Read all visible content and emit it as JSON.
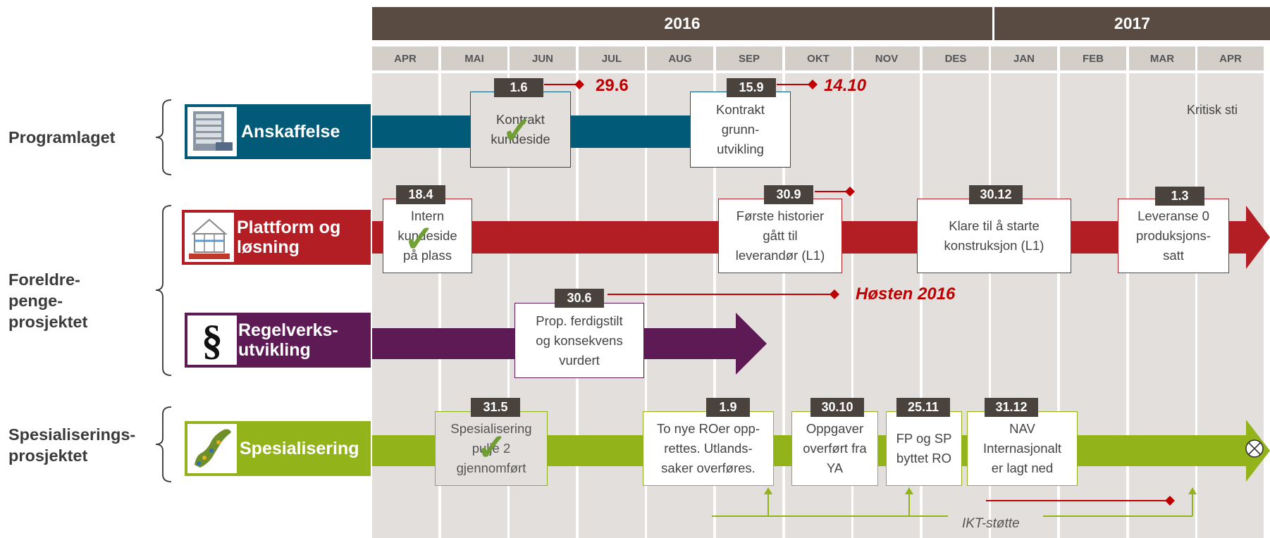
{
  "years": [
    {
      "label": "2016"
    },
    {
      "label": "2017"
    }
  ],
  "months": [
    "APR",
    "MAI",
    "JUN",
    "JUL",
    "AUG",
    "SEP",
    "OKT",
    "NOV",
    "DES",
    "JAN",
    "FEB",
    "MAR",
    "APR"
  ],
  "groups": {
    "programlaget": "Programlaget",
    "foreldrepenge": [
      "Foreldre-",
      "penge-",
      "prosjektet"
    ],
    "spesialisering": [
      "Spesialiserings-",
      "prosjektet"
    ]
  },
  "tracks": {
    "anskaffelse": {
      "label": "Anskaffelse",
      "color": "#005a78"
    },
    "plattform": {
      "label_line1": "Plattform og",
      "label_line2": "løsning",
      "color": "#b21e24"
    },
    "regelverk": {
      "label_line1": "Regelverks-",
      "label_line2": "utvikling",
      "color": "#5d1a55",
      "icon_text": "§"
    },
    "spesialisering": {
      "label": "Spesialisering",
      "color": "#93b31a"
    }
  },
  "milestones": {
    "m1": {
      "date": "1.6",
      "deadline": "29.6",
      "lines": [
        "Kontrakt",
        "kundeside"
      ],
      "done": true
    },
    "m2": {
      "date": "15.9",
      "deadline": "14.10",
      "lines": [
        "Kontrakt",
        "grunn-",
        "utvikling"
      ]
    },
    "m3": {
      "date": "18.4",
      "lines": [
        "Intern",
        "kundeside",
        "på plass"
      ],
      "done": true
    },
    "m4": {
      "date": "30.9",
      "lines": [
        "Første historier",
        "gått til",
        "leverandør (L1)"
      ]
    },
    "m5": {
      "date": "30.12",
      "lines": [
        "Klare til å starte",
        "konstruksjon (L1)"
      ]
    },
    "m6": {
      "date": "1.3",
      "lines": [
        "Leveranse 0",
        "produksjons-",
        "satt"
      ]
    },
    "m7": {
      "date": "30.6",
      "deadline": "Høsten 2016",
      "lines": [
        "Prop. ferdigstilt",
        "og konsekvens",
        "vurdert"
      ]
    },
    "m8": {
      "date": "31.5",
      "lines": [
        "Spesialisering",
        "pulje 2",
        "gjennomført"
      ],
      "done": true
    },
    "m9": {
      "date": "1.9",
      "lines": [
        "To nye ROer opp-",
        "rettes. Utlands-",
        "saker overføres."
      ]
    },
    "m10": {
      "date": "30.10",
      "lines": [
        "Oppgaver",
        "overført fra",
        "YA"
      ]
    },
    "m11": {
      "date": "25.11",
      "lines": [
        "FP og SP",
        "byttet RO"
      ]
    },
    "m12": {
      "date": "31.12",
      "lines": [
        "NAV",
        "Internasjonalt",
        "er lagt ned"
      ]
    }
  },
  "legend": {
    "kritisk_sti": "Kritisk sti"
  },
  "ikt_stotte": "IKT-støtte",
  "colors": {
    "red_deadline": "#c00000",
    "timeline_dark": "#594a42",
    "month_bg": "#d4cec9",
    "column_bg": "#e2dfdc"
  }
}
